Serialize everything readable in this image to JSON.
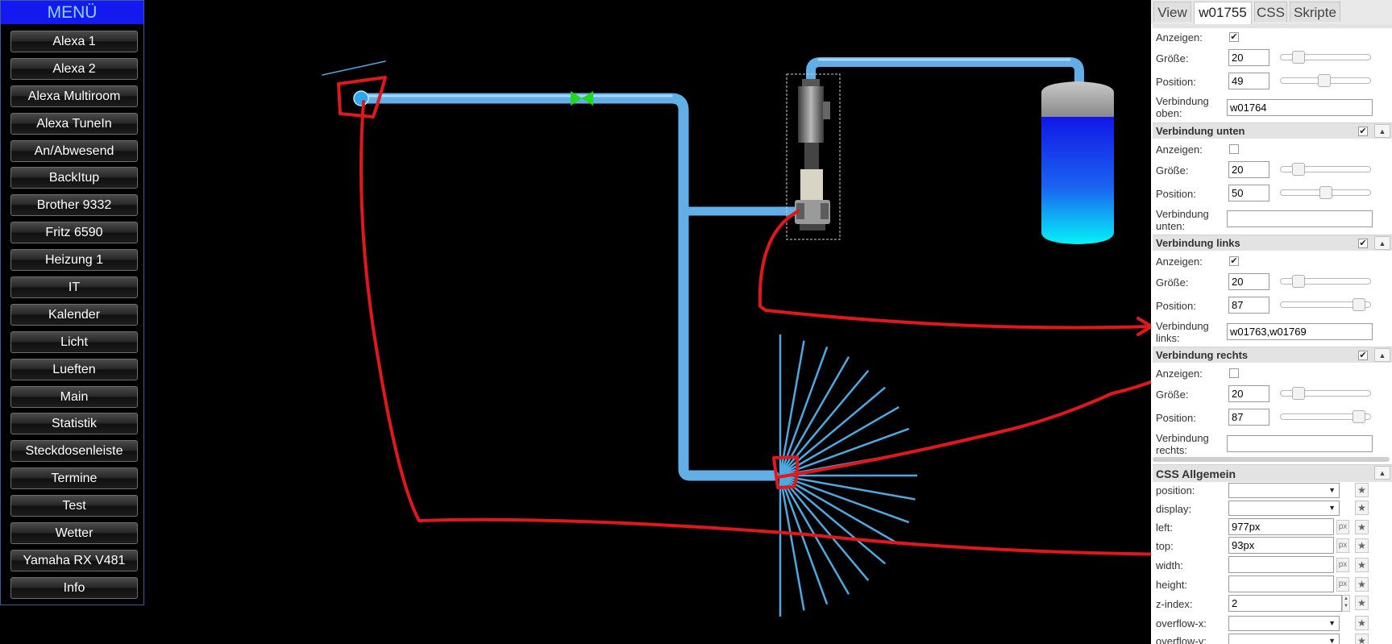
{
  "menu": {
    "title": "MENÜ",
    "items": [
      "Alexa 1",
      "Alexa 2",
      "Alexa Multiroom",
      "Alexa TuneIn",
      "An/Abwesend",
      "BackItup",
      "Brother 9332",
      "Fritz 6590",
      "Heizung 1",
      "IT",
      "Kalender",
      "Licht",
      "Lueften",
      "Main",
      "Statistik",
      "Steckdosenleiste",
      "Termine",
      "Test",
      "Wetter",
      "Yamaha RX V481",
      "Info"
    ]
  },
  "tabs": [
    "View",
    "w01755",
    "CSS",
    "Skripte"
  ],
  "panel": {
    "oben": {
      "anzeigen_label": "Anzeigen:",
      "anzeigen_checked": true,
      "groesse_label": "Größe:",
      "groesse_value": "20",
      "groesse_slider": 0.2,
      "position_label": "Position:",
      "position_value": "49",
      "position_slider": 0.49,
      "verbindung_label_1": "Verbindung",
      "verbindung_label_2": "oben:",
      "verbindung_value": "w01764"
    },
    "unten": {
      "title": "Verbindung unten",
      "title_checked": true,
      "anzeigen_label": "Anzeigen:",
      "anzeigen_checked": false,
      "groesse_label": "Größe:",
      "groesse_value": "20",
      "groesse_slider": 0.2,
      "position_label": "Position:",
      "position_value": "50",
      "position_slider": 0.5,
      "verbindung_label_1": "Verbindung",
      "verbindung_label_2": "unten:",
      "verbindung_value": ""
    },
    "links": {
      "title": "Verbindung links",
      "title_checked": true,
      "anzeigen_label": "Anzeigen:",
      "anzeigen_checked": true,
      "groesse_label": "Größe:",
      "groesse_value": "20",
      "groesse_slider": 0.2,
      "position_label": "Position:",
      "position_value": "87",
      "position_slider": 0.87,
      "verbindung_label_1": "Verbindung",
      "verbindung_label_2": "links:",
      "verbindung_value": "w01763,w01769"
    },
    "rechts": {
      "title": "Verbindung rechts",
      "title_checked": true,
      "anzeigen_label": "Anzeigen:",
      "anzeigen_checked": false,
      "groesse_label": "Größe:",
      "groesse_value": "20",
      "groesse_slider": 0.2,
      "position_label": "Position:",
      "position_value": "87",
      "position_slider": 0.87,
      "verbindung_label_1": "Verbindung",
      "verbindung_label_2": "rechts:",
      "verbindung_value": ""
    },
    "css": {
      "title": "CSS Allgemein",
      "position_label": "position:",
      "position_value": "",
      "display_label": "display:",
      "display_value": "",
      "left_label": "left:",
      "left_value": "977px",
      "top_label": "top:",
      "top_value": "93px",
      "width_label": "width:",
      "width_value": "",
      "height_label": "height:",
      "height_value": "",
      "zindex_label": "z-index:",
      "zindex_value": "2",
      "overflowx_label": "overflow-x:",
      "overflowx_value": "",
      "overflowy_label": "overflow-y:",
      "overflowy_value": "",
      "unit": "px"
    }
  },
  "colors": {
    "pipe": "#62aee6",
    "pipe_dark": "#2f7fb8",
    "annotation": "#e0181c",
    "menu_title_bg": "#1419f0",
    "valve": "#22d81e"
  }
}
